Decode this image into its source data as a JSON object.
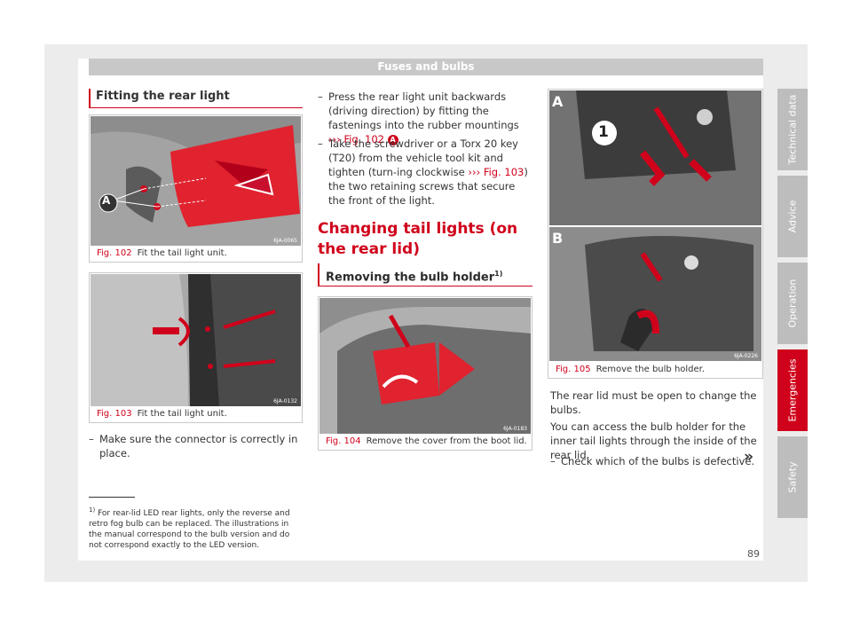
{
  "header": {
    "title": "Fuses and bulbs"
  },
  "tabs": [
    {
      "label": "Technical data",
      "active": false
    },
    {
      "label": "Advice",
      "active": false
    },
    {
      "label": "Operation",
      "active": false
    },
    {
      "label": "Emergencies",
      "active": true
    },
    {
      "label": "Safety",
      "active": false
    }
  ],
  "col1": {
    "heading": "Fitting the rear light",
    "fig102": {
      "num": "Fig. 102",
      "caption": "Fit the tail light unit.",
      "code": "6JA-0065",
      "label_a": "A"
    },
    "fig103": {
      "num": "Fig. 103",
      "caption": "Fit the tail light unit.",
      "code": "6JA-0132"
    },
    "step1": "Make sure the connector is correctly in place."
  },
  "col2": {
    "step2_pre": "Press the rear light unit backwards (driving direction) by fitting the fastenings into the rubber mountings",
    "step2_ref": "Fig. 102",
    "step2_circle": "A",
    "step3_pre": "Take the screwdriver or a Torx 20 key (T20) from the vehicle tool kit and tighten (turn-ing clockwise",
    "step3_ref": "Fig. 103",
    "step3_post": ") the two retaining screws that secure the front of the light.",
    "big_heading": "Changing tail lights (on the rear lid)",
    "subheading": "Removing the bulb holder",
    "subheading_sup": "1)",
    "fig104": {
      "num": "Fig. 104",
      "caption": "Remove the cover from the boot lid.",
      "code": "6JA-0183"
    }
  },
  "col3": {
    "fig105": {
      "num": "Fig. 105",
      "caption": "Remove the bulb holder.",
      "code": "6JA-0226",
      "label_a": "A",
      "label_b": "B",
      "label_1": "1"
    },
    "para1": "The rear lid must be open to change the bulbs.",
    "para2": "You can access the bulb holder for the inner tail lights through the inside of the rear lid.",
    "step4": "Check which of the bulbs is defective.",
    "continue": "»"
  },
  "footnote": {
    "mark": "1)",
    "text": "For rear-lid LED rear lights, only the reverse and retro fog bulb can be replaced. The illustrations in the manual correspond to the bulb version and do not correspond exactly to the LED version."
  },
  "page_number": "89",
  "colors": {
    "accent": "#d0021b",
    "tab": "#bdbdbd",
    "header": "#c8c8c8"
  }
}
